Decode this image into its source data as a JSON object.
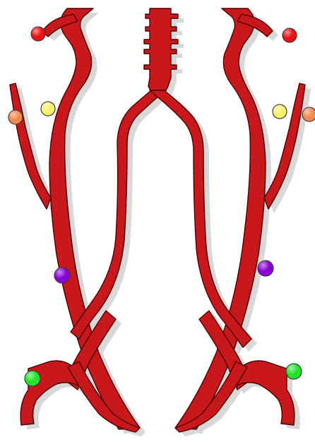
{
  "diagram": {
    "vessel_color": "#c8181b",
    "vessel_highlight": "#e23a3d",
    "outline_color": "#4a0000",
    "shadow_color": "#b9b9b9",
    "marker_colors": {
      "red": "#ee1111",
      "orange": "#f7894b",
      "yellow": "#f7f06b",
      "purple": "#8a00d8",
      "green": "#22e22a"
    },
    "markers": [
      {
        "id": "red-left",
        "color": "red"
      },
      {
        "id": "orange-left",
        "color": "orange"
      },
      {
        "id": "yellow-left",
        "color": "yellow"
      },
      {
        "id": "purple-left",
        "color": "purple"
      },
      {
        "id": "green-left",
        "color": "green"
      },
      {
        "id": "red-right",
        "color": "red"
      },
      {
        "id": "orange-right",
        "color": "orange"
      },
      {
        "id": "yellow-right",
        "color": "yellow"
      },
      {
        "id": "purple-right",
        "color": "purple"
      },
      {
        "id": "green-right",
        "color": "green"
      }
    ]
  }
}
